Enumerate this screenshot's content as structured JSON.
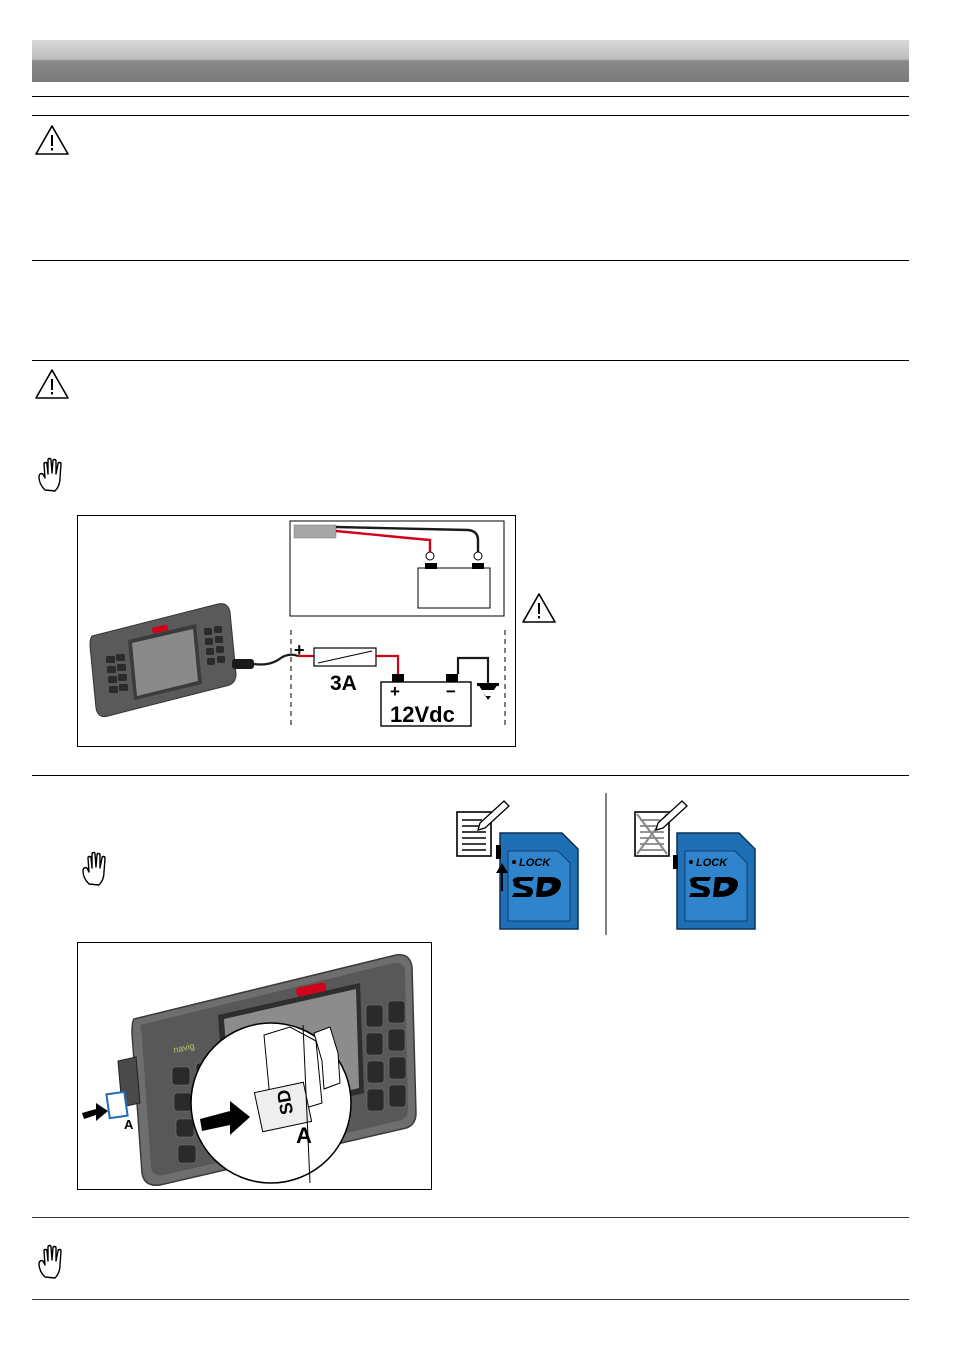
{
  "icons": {
    "warning": "warning-triangle-icon",
    "hand": "hand-stop-icon",
    "note": "note-pencil-icon",
    "note_locked": "note-pencil-crossed-icon"
  },
  "wiring": {
    "fuse_label": "3A",
    "battery_label": "12Vdc",
    "plus_sign": "+",
    "minus_sign": "−",
    "plus_terminal": "+",
    "minus_terminal": "−"
  },
  "sd_cards": {
    "lock_label": "LOCK",
    "card_color": "#1f6fb5"
  },
  "sd_insert": {
    "slot_label_small": "A",
    "slot_label_large": "A"
  },
  "colors": {
    "red_wire": "#d0021b",
    "black_wire": "#1a1a1a",
    "device_body": "#5a5a5a"
  }
}
